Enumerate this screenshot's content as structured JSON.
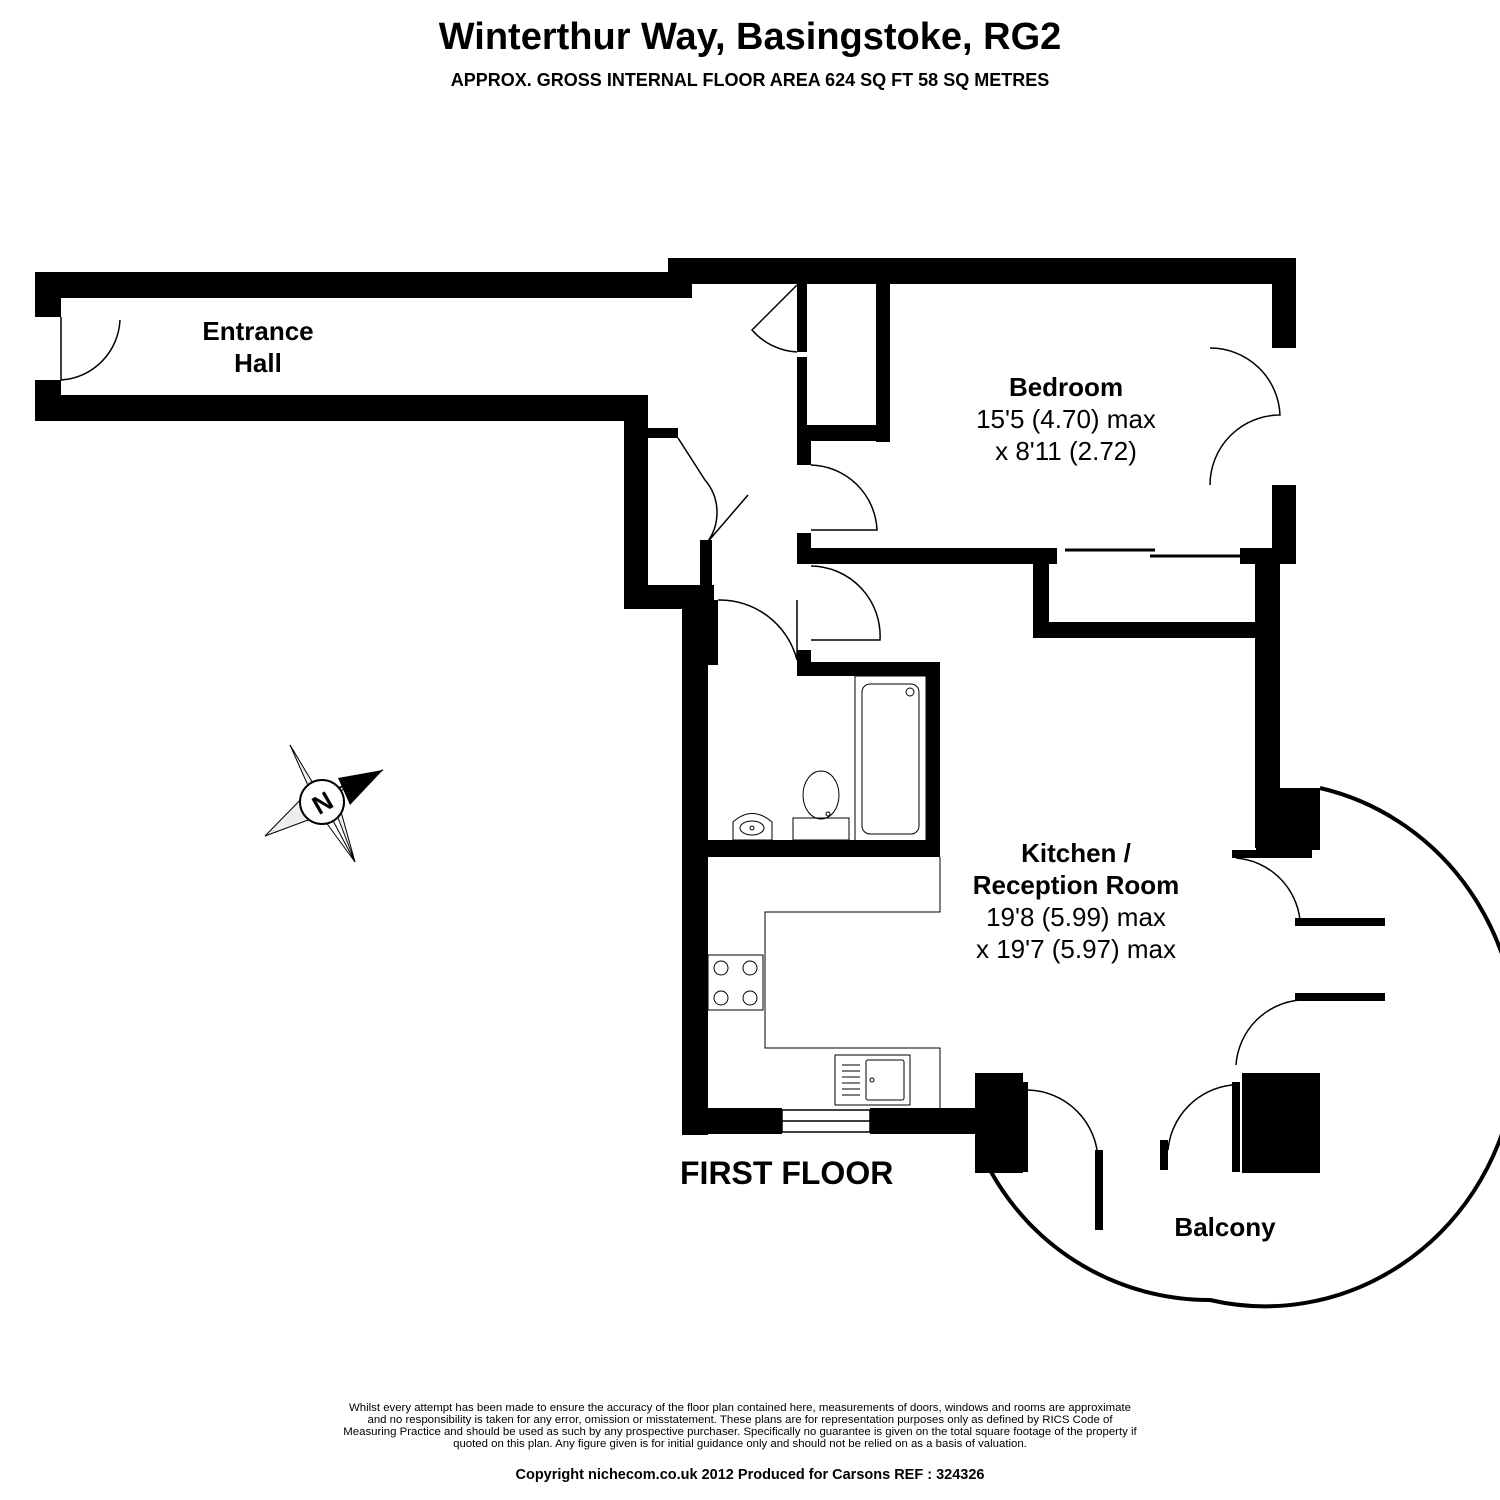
{
  "header": {
    "title": "Winterthur Way, Basingstoke, RG2",
    "subtitle": "APPROX. GROSS INTERNAL FLOOR AREA 624 SQ FT 58 SQ METRES"
  },
  "rooms": {
    "entrance_hall": {
      "line1": "Entrance",
      "line2": "Hall"
    },
    "bedroom": {
      "name": "Bedroom",
      "dim1": "15'5 (4.70) max",
      "dim2": "x 8'11 (2.72)"
    },
    "kitchen": {
      "line1": "Kitchen /",
      "line2": "Reception Room",
      "dim1": "19'8 (5.99) max",
      "dim2": "x 19'7 (5.97) max"
    },
    "balcony": {
      "name": "Balcony"
    }
  },
  "compass": {
    "letter": "N"
  },
  "floor_label": "FIRST FLOOR",
  "footer": {
    "disclaimer": "Whilst every attempt has been made to ensure the accuracy of the floor plan contained here, measurements of doors, windows and rooms are approximate and no responsibility is taken for any error, omission or misstatement. These plans are for representation purposes only as defined by RICS Code of Measuring Practice and should be used as such by any prospective purchaser.  Specifically no guarantee is given on the total square footage of the property if quoted on this plan. Any figure given is for initial guidance only and should not be relied on as a basis of valuation.",
    "copyright": "Copyright nichecom.co.uk 2012    Produced for Carsons    REF : 324326"
  }
}
